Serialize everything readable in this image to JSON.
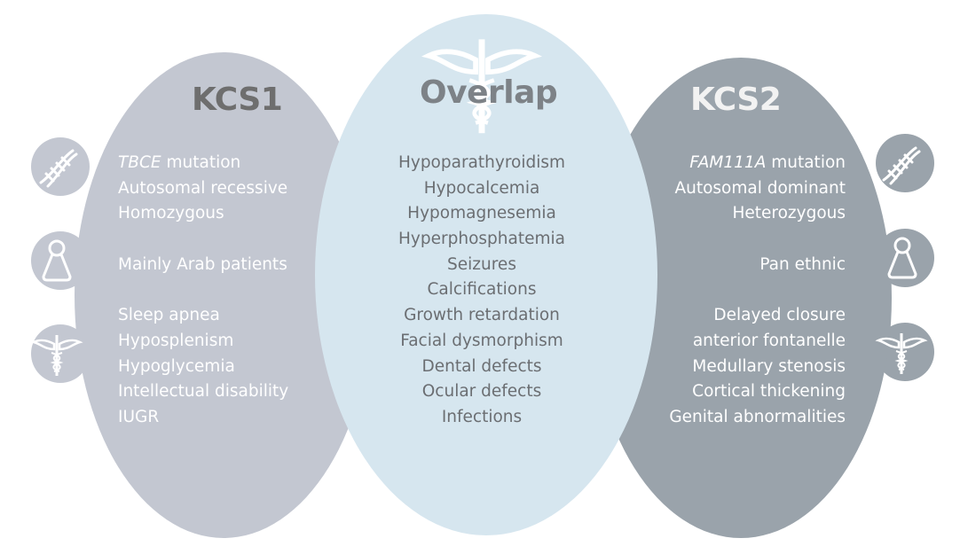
{
  "colors": {
    "kcs1": "#c3c7d1",
    "overlap": "#d6e6ef",
    "kcs2": "#9aa3ab",
    "kcs1_title": "#6e6e6e",
    "overlap_title": "#7d8287",
    "kcs2_title": "#f2f2f2"
  },
  "kcs1": {
    "title": "KCS1",
    "gene": "TBCE",
    "gene_suffix": " mutation",
    "genetics": [
      "Autosomal recessive",
      "Homozygous"
    ],
    "population": "Mainly Arab patients",
    "features": [
      "Sleep apnea",
      "Hyposplenism",
      "Hypoglycemia",
      "Intellectual disability",
      "IUGR"
    ],
    "icons": [
      "dna-icon",
      "person-icon",
      "caduceus-icon"
    ]
  },
  "overlap": {
    "title": "Overlap",
    "features": [
      "Hypoparathyroidism",
      "Hypocalcemia",
      "Hypomagnesemia",
      "Hyperphosphatemia",
      "Seizures",
      "Calcifications",
      "Growth retardation",
      "Facial dysmorphism",
      "Dental defects",
      "Ocular defects",
      "Infections"
    ],
    "icon": "caduceus-icon"
  },
  "kcs2": {
    "title": "KCS2",
    "gene": "FAM111A",
    "gene_suffix": " mutation",
    "genetics": [
      "Autosomal dominant",
      "Heterozygous"
    ],
    "population": "Pan ethnic",
    "features": [
      "Delayed closure",
      "anterior fontanelle",
      "Medullary stenosis",
      "Cortical thickening",
      "Genital abnormalities"
    ],
    "icons": [
      "dna-icon",
      "person-icon",
      "caduceus-icon"
    ]
  }
}
